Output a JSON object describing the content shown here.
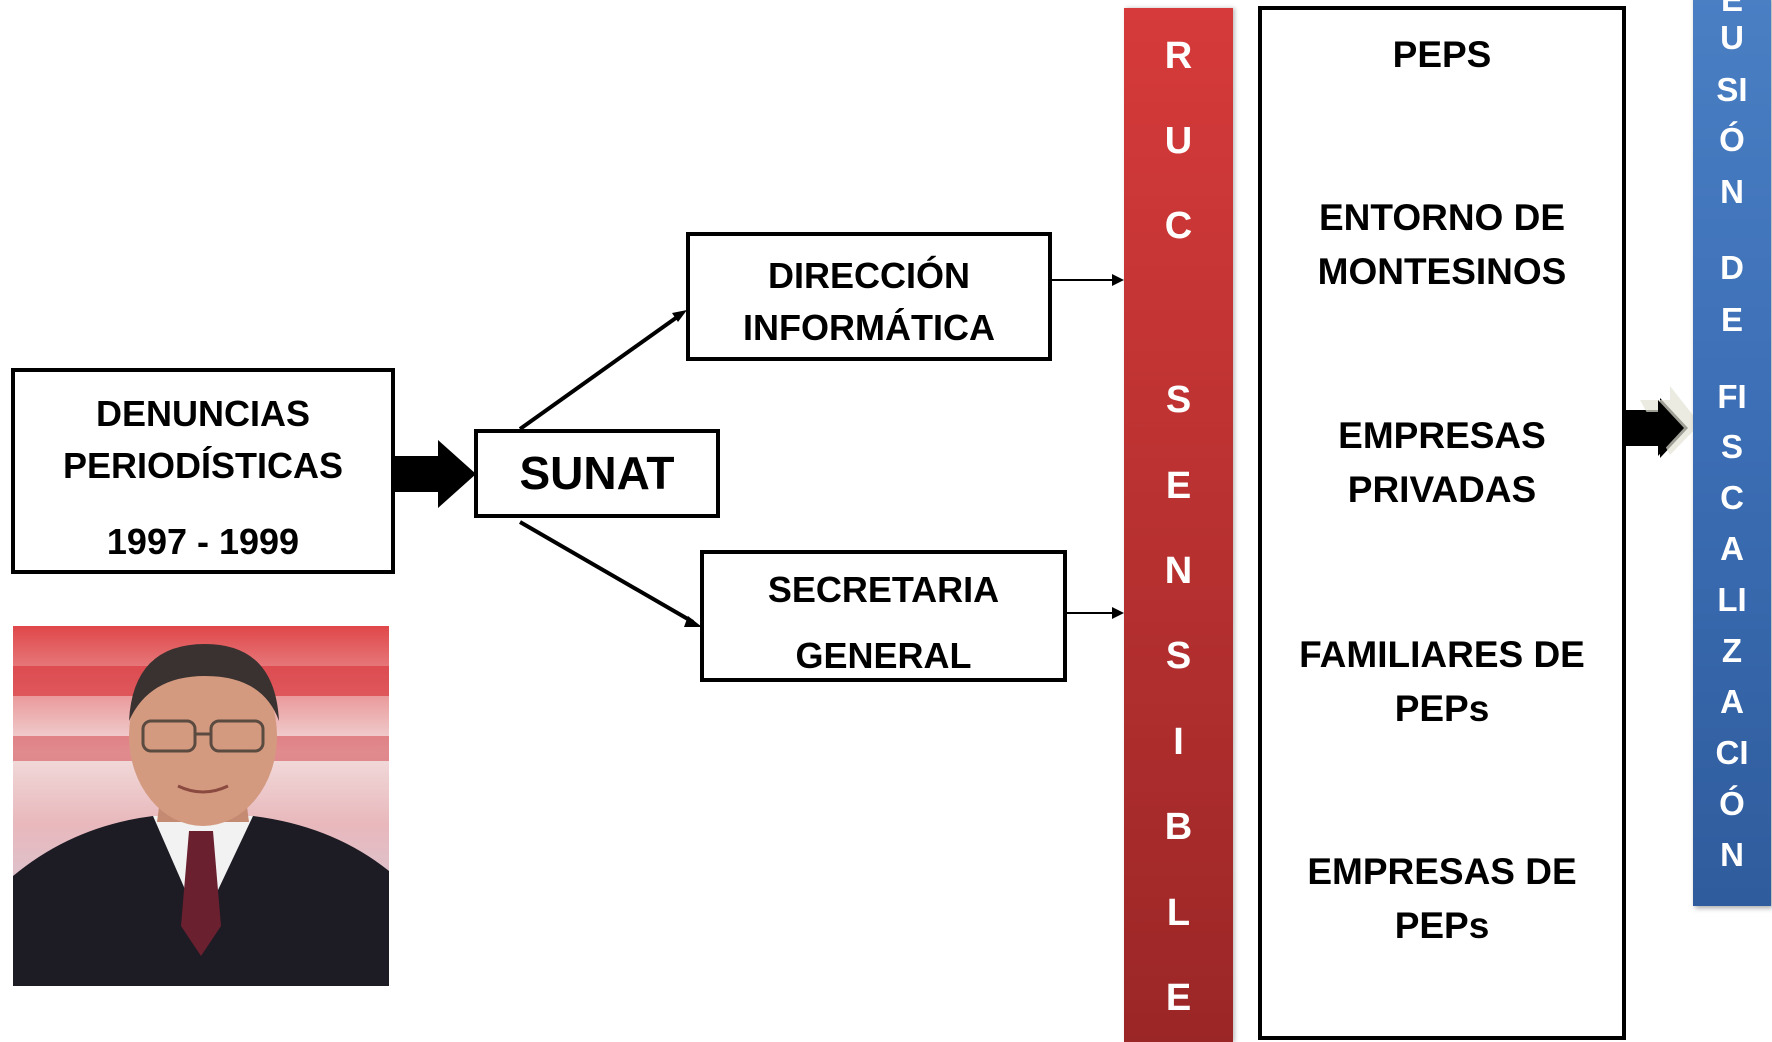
{
  "left_box": {
    "line1": "DENUNCIAS",
    "line2": "PERIODÍSTICAS",
    "years": "1997 - 1999"
  },
  "center_node": {
    "label": "SUNAT"
  },
  "branch_top": {
    "line1": "DIRECCIÓN",
    "line2": "INFORMÁTICA"
  },
  "branch_bottom": {
    "line1": "SECRETARIA",
    "line2": "GENERAL"
  },
  "red_banner": {
    "letters": [
      "R",
      "U",
      "C",
      "S",
      "E",
      "N",
      "S",
      "I",
      "B",
      "L",
      "E"
    ]
  },
  "categories": {
    "items": [
      [
        "PEPS"
      ],
      [
        "ENTORNO DE",
        "MONTESINOS"
      ],
      [
        "EMPRESAS",
        "PRIVADAS"
      ],
      [
        "FAMILIARES DE",
        "PEPs"
      ],
      [
        "EMPRESAS DE",
        "PEPs"
      ]
    ]
  },
  "blue_banner": {
    "letters": [
      "E",
      "U",
      "SI",
      "Ó",
      "N",
      "D",
      "E",
      "FI",
      "S",
      "C",
      "A",
      "LI",
      "Z",
      "A",
      "CI",
      "Ó",
      "N"
    ]
  },
  "colors": {
    "red_banner": "#c43434",
    "blue_banner": "#3b6db4",
    "border": "#000000"
  },
  "photo": {
    "icon": "portrait-photo"
  }
}
